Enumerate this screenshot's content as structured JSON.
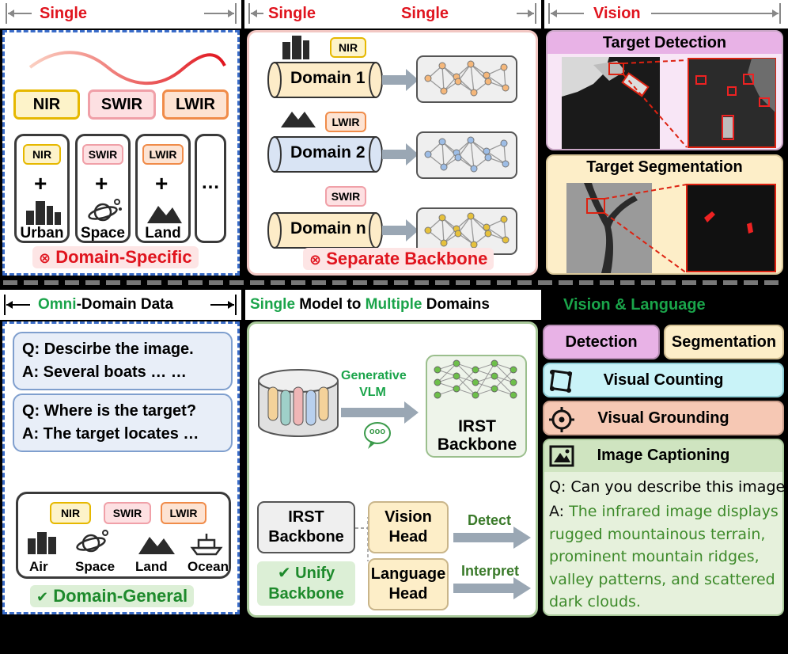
{
  "top": {
    "headers": {
      "left": "Single",
      "mid_left": "Single",
      "mid_right": "Single",
      "right": "Vision"
    },
    "left_panel": {
      "chips": [
        "NIR",
        "SWIR",
        "LWIR"
      ],
      "cards": [
        {
          "tag": "NIR",
          "label": "Urban"
        },
        {
          "tag": "SWIR",
          "label": "Space"
        },
        {
          "tag": "LWIR",
          "label": "Land"
        }
      ],
      "more": "…",
      "footer": "Domain-Specific",
      "footer_icon": "⊗"
    },
    "mid_panel": {
      "domains": [
        {
          "tag": "NIR",
          "label": "Domain 1"
        },
        {
          "tag": "LWIR",
          "label": "Domain 2"
        },
        {
          "tag": "SWIR",
          "label": "Domain n"
        }
      ],
      "footer": "Separate Backbone",
      "footer_icon": "⊗"
    },
    "right_panel": {
      "detection_title": "Target Detection",
      "segmentation_title": "Target Segmentation"
    }
  },
  "bottom": {
    "headers": {
      "left_a": "Omni",
      "left_b": "-Domain Data",
      "mid_a": "Single",
      "mid_b": " Model to ",
      "mid_c": "Multiple",
      "mid_d": " Domains",
      "right": "Vision & Language"
    },
    "left_panel": {
      "qa": [
        {
          "q": "Q: Descirbe the image.",
          "a": "A: Several boats … …"
        },
        {
          "q": "Q: Where is the target?",
          "a": "A: The target locates …"
        }
      ],
      "tags": [
        "NIR",
        "SWIR",
        "LWIR"
      ],
      "icons": [
        "Air",
        "Space",
        "Land",
        "Ocean"
      ],
      "footer": "Domain-General",
      "footer_icon": "✔"
    },
    "mid_panel": {
      "gen_vlm": "Generative VLM",
      "irst_backbone_net": "IRST Backbone",
      "chat_icon": "ooo",
      "irst_backbone_box": "IRST Backbone",
      "vision_head": "Vision Head",
      "language_head": "Language Head",
      "detect": "Detect",
      "interpret": "Interpret",
      "unify": "Unify Backbone",
      "unify_icon": "✔"
    },
    "right_panel": {
      "detection": "Detection",
      "segmentation": "Segmentation",
      "counting": "Visual Counting",
      "grounding": "Visual Grounding",
      "captioning": "Image Captioning",
      "question": "Q: Can you describe this image?",
      "answer_prefix": "A: ",
      "answer": "The infrared image displays rugged mountainous terrain, prominent mountain ridges, valley patterns, and scattered dark clouds."
    }
  },
  "colors": {
    "red": "#e0141e",
    "green": "#1aa44a",
    "blue_dash": "#3a6cc8",
    "pink_panel": "#f2c7c3",
    "nir_border": "#e6b800",
    "swir_border": "#f0a0a8",
    "lwir_border": "#f08c4a",
    "cyan": "#c9f3f8",
    "salmon": "#f6c8b4",
    "lightgreen": "#dcebd1",
    "purple": "#e8b2e6",
    "cream": "#fdeec8"
  }
}
